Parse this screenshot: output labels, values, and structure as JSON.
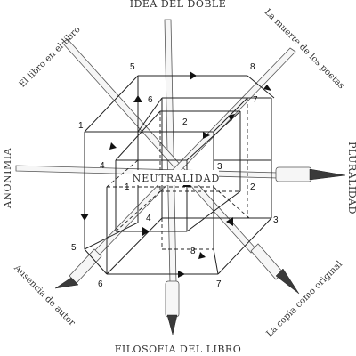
{
  "labels": {
    "top": "IDEA DEL DOBLE",
    "bottom": "FILOSOFIA DEL LIBRO",
    "left": "ANONIMIA",
    "right": "PLURALIDAD",
    "top_left": "El libro en el libro",
    "top_right": "La muerte de los poetas",
    "bottom_left": "Ausencia de autor",
    "bottom_right": "La copia como original",
    "center": "NEUTRALIDAD"
  },
  "outer_vertex_numbers": [
    "1",
    "2",
    "3",
    "4",
    "5",
    "6",
    "7",
    "8"
  ],
  "inner_vertex_numbers": [
    "1",
    "2",
    "3",
    "4",
    "5",
    "6",
    "7",
    "8"
  ]
}
